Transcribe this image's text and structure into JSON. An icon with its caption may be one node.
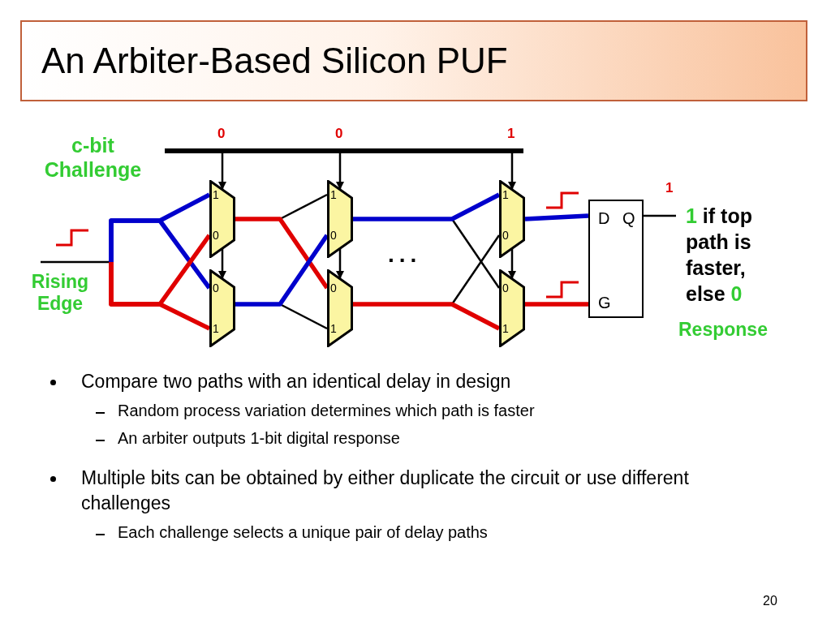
{
  "diagram": {
    "title": "An Arbiter-Based Silicon PUF",
    "nodes": [
      {
        "text": [],
        "shape": "bar",
        "beside": [
          "0",
          "0",
          "1"
        ]
      },
      {
        "text": [
          "1",
          "0"
        ]
      },
      {
        "text": [
          "0",
          "1"
        ]
      },
      {
        "text": [
          "1",
          "0"
        ]
      },
      {
        "text": [
          "0",
          "1"
        ]
      },
      {
        "text": [
          "1",
          "0"
        ]
      },
      {
        "text": [
          "0",
          "1"
        ]
      },
      {
        "text": [
          "D",
          "Q",
          "G"
        ]
      },
      {
        "text": [
          "1 if top path is faster, else 0"
        ],
        "beside": [
          "Response"
        ]
      },
      {
        "text": [
          "Rising Edge"
        ]
      }
    ],
    "edges": [
      {
        "from": 0,
        "to": 1,
        "arrow": "to"
      },
      {
        "from": 0,
        "to": 3,
        "arrow": "to"
      },
      {
        "from": 0,
        "to": 5,
        "arrow": "to"
      },
      {
        "from": 1,
        "to": 2,
        "arrow": "to"
      },
      {
        "from": 3,
        "to": 4,
        "arrow": "to"
      },
      {
        "from": 5,
        "to": 6,
        "arrow": "to"
      },
      {
        "from": 9,
        "to": 1,
        "arrow": "none",
        "style": "thick",
        "color": "#0000cc"
      },
      {
        "from": 9,
        "to": 2,
        "arrow": "none",
        "style": "thick",
        "color": "#0000cc"
      },
      {
        "from": 9,
        "to": 1,
        "arrow": "none",
        "style": "thick",
        "color": "#e00000"
      },
      {
        "from": 9,
        "to": 2,
        "arrow": "none",
        "style": "thick",
        "color": "#e00000"
      },
      {
        "from": 1,
        "to": 3,
        "arrow": "none"
      },
      {
        "from": 1,
        "to": 4,
        "arrow": "none",
        "style": "thick",
        "color": "#e00000"
      },
      {
        "from": 2,
        "to": 3,
        "arrow": "none",
        "style": "thick",
        "color": "#0000cc"
      },
      {
        "from": 2,
        "to": 4,
        "arrow": "none"
      },
      {
        "from": 3,
        "to": 5,
        "arrow": "none",
        "style": "thick",
        "color": "#0000cc"
      },
      {
        "from": 3,
        "to": 6,
        "arrow": "none"
      },
      {
        "from": 4,
        "to": 5,
        "arrow": "none"
      },
      {
        "from": 4,
        "to": 6,
        "arrow": "none",
        "style": "thick",
        "color": "#e00000"
      },
      {
        "from": 5,
        "to": 7,
        "arrow": "none",
        "style": "thick",
        "color": "#0000cc"
      },
      {
        "from": 6,
        "to": 7,
        "arrow": "none",
        "style": "thick",
        "color": "#e00000"
      },
      {
        "from": 7,
        "to": 8,
        "arrow": "none"
      }
    ],
    "labels": [
      "c-bit Challenge",
      "...",
      "1",
      "Compare two paths with an identical delay in design",
      "Random process variation determines which path is faster",
      "An arbiter outputs 1-bit digital response",
      "Multiple bits can be obtained by either duplicate the circuit or use different challenges",
      "Each challenge selects a unique pair of delay paths",
      "20"
    ]
  }
}
